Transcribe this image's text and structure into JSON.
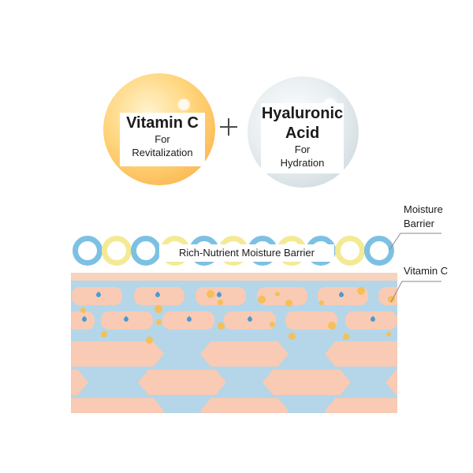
{
  "ingredients": [
    {
      "name": "Vitamin C",
      "desc_line1": "For",
      "desc_line2": "Revitalization",
      "color": "#f9a93c"
    },
    {
      "name_line1": "Hyaluronic",
      "name_line2": "Acid",
      "desc_line1": "For",
      "desc_line2": "Hydration",
      "color": "#c4d0d6"
    }
  ],
  "plus_icon": "plus-icon",
  "barrier": {
    "label": "Rich-Nutrient Moisture Barrier",
    "ring_colors": [
      "#7cc1e3",
      "#f4ea95"
    ]
  },
  "callouts": {
    "moisture_line1": "Moisture",
    "moisture_line2": "Barrier",
    "vitamin_c": "Vitamin C"
  },
  "skin": {
    "cell_color": "#f9cab4",
    "fluid_color": "#b4d6e8",
    "droplet_icon": "water-drop-icon",
    "dot_color": "#f6bf57"
  }
}
